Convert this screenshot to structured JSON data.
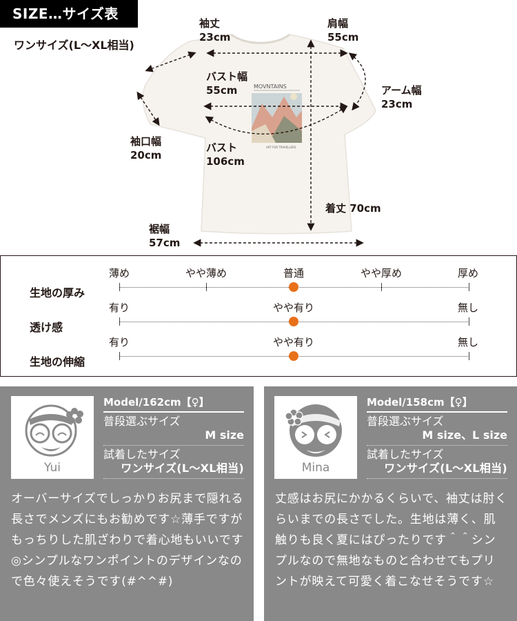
{
  "header": {
    "title": "SIZE…サイズ表",
    "size_note": "ワンサイズ(L〜XL相当)"
  },
  "measurements": {
    "sleeve_length": {
      "label": "袖丈",
      "value": "23cm"
    },
    "shoulder_width": {
      "label": "肩幅",
      "value": "55cm"
    },
    "bust_width": {
      "label": "バスト幅",
      "value": "55cm"
    },
    "arm_width": {
      "label": "アーム幅",
      "value": "23cm"
    },
    "cuff_width": {
      "label": "袖口幅",
      "value": "20cm"
    },
    "bust": {
      "label": "バスト",
      "value": "106cm"
    },
    "length": {
      "label": "着丈",
      "value": "70cm"
    },
    "hem_width": {
      "label": "裾幅",
      "value": "57cm"
    }
  },
  "shirt_print": {
    "title": "MOVNTAINS",
    "caption": "ART FOR TRAVELLERS"
  },
  "fabric": {
    "accent_color": "#e8701a",
    "rows": [
      {
        "label": "生地の厚み",
        "ticks": [
          "薄め",
          "やや薄め",
          "普通",
          "やや厚め",
          "厚め"
        ],
        "selected": "普通"
      },
      {
        "label": "透け感",
        "ticks": [
          "有り",
          "やや有り",
          "無し"
        ],
        "selected": "やや有り"
      },
      {
        "label": "生地の伸縮",
        "ticks": [
          "有り",
          "やや有り",
          "無し"
        ],
        "selected": "やや有り"
      }
    ]
  },
  "models": [
    {
      "name": "Yui",
      "model_line": "Model/162cm【♀】",
      "usual_label": "普段選ぶサイズ",
      "usual_value": "M size",
      "tried_label": "試着したサイズ",
      "tried_value": "ワンサイズ(L〜XL相当)",
      "comment": "オーバーサイズでしっかりお尻まで隠れる長さでメンズにもお勧めです☆薄手ですがもっちりした肌ざわりで着心地もいいです◎シンプルなワンポイントのデザインなので色々使えそうです(#^^#)"
    },
    {
      "name": "Mina",
      "model_line": "Model/158cm【♀】",
      "usual_label": "普段選ぶサイズ",
      "usual_value": "M size、L size",
      "tried_label": "試着したサイズ",
      "tried_value": "ワンサイズ(L〜XL相当)",
      "comment": "丈感はお尻にかかるくらいで、袖丈は肘くらいまでの長さでした。生地は薄く、肌触りも良く夏にはぴったりです＾＾シンプルなので無地なものと合わせてもプリントが映えて可愛く着こなせそうです☆"
    }
  ]
}
